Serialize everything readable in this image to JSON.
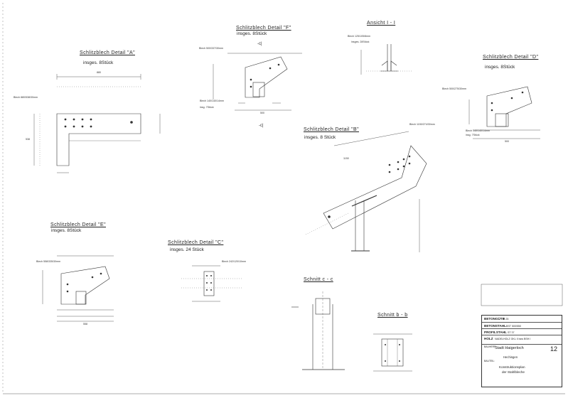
{
  "details": {
    "a": {
      "title": "Schlitzblech Detail  \"A\"",
      "count": "insges. 8Stück",
      "plate": "Blech 880/538/30mm",
      "dim_top": "880",
      "dim_left": "538"
    },
    "f": {
      "title": "Schlitzblech Detail  \"F\"",
      "count": "insges. 8Stück",
      "plate": "Blech 500/337/30mm",
      "plate2": "Blech 140/140/14mm",
      "plate2_count": "insg. 7Stück",
      "dim": "500"
    },
    "i": {
      "title": "Ansicht  I - I",
      "plate": "Blech 125/105/8mm",
      "count": "insges. 28Stück"
    },
    "d": {
      "title": "Schlitzblech Detail  \"D\"",
      "count": "insges. 8Stück",
      "plate": "Blech 500/275/30mm",
      "plate2": "Blech 140/140/14mm",
      "plate2_count": "insg. 7Stück",
      "dim": "500"
    },
    "b": {
      "title": "Schlitzblech Detail  \"B\"",
      "count": "insges. 8 Stück",
      "plate": "Blech 1150/274/30mm",
      "dim": "1150"
    },
    "e": {
      "title": "Schlitzblech Detail  \"E\"",
      "count": "insges. 8Stück",
      "plate": "Blech 558/335/30mm",
      "dim": "558"
    },
    "c": {
      "title": "Schlitzblech Detail  \"C\"",
      "count": "insges. 24 Stück",
      "plate": "Blech 242/120/10mm"
    }
  },
  "sections": {
    "cc": {
      "title": "Schnitt  c - c"
    },
    "bb": {
      "title": "Schnitt  b - b"
    }
  },
  "section_mark": "-c|",
  "titleblock": {
    "rows": [
      {
        "label": "BETONGÜTE",
        "value": "B 25"
      },
      {
        "label": "BETONSTAHL",
        "value": "BST 500/550"
      },
      {
        "label": "PROFILSTAHL",
        "value": "ST 37"
      },
      {
        "label": "HOLZ",
        "value": "NADELHOLZ GKL II bzw BSH I"
      }
    ],
    "bauherr_label": "BAUHERR:",
    "client": "Stadt Haigerloch",
    "client_addr": "Hechingen",
    "bauteil_label": "BAUTEIL:",
    "plan_title_1": "Konstruktionsplan",
    "plan_title_2": "der Stahlbleche",
    "plan_no": "12"
  }
}
